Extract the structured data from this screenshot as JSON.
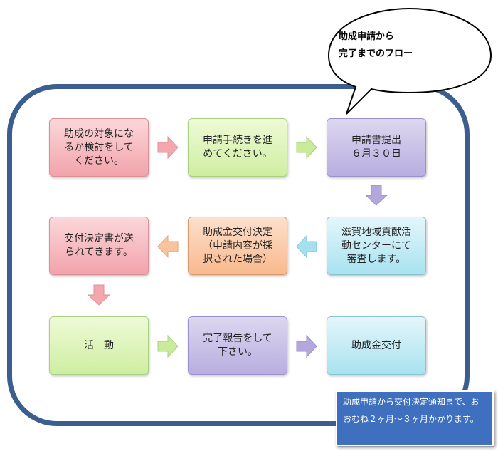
{
  "bubble": {
    "text": "助成申請から\n完了までのフロー"
  },
  "steps": [
    {
      "label": "助成の対象にな\nるか検討をして\nください。"
    },
    {
      "label": "申請手続きを進\nめてください。"
    },
    {
      "label": "申請書提出\n６月３０日"
    },
    {
      "label": "滋賀地域貢献活\n動センターにて\n審査します。"
    },
    {
      "label": "助成金交付決定\n（申請内容が採\n択された場合）"
    },
    {
      "label": "交付決定書が送\nられてきます。"
    },
    {
      "label": "活　動"
    },
    {
      "label": "完了報告をして\n下さい。"
    },
    {
      "label": "助成金交付"
    }
  ],
  "note": {
    "text": "助成申請から交付決定通知まで、おおむね２ヶ月〜３ヶ月かかります。"
  },
  "colors": {
    "frame": "#3c5e8e",
    "arrow_pink": "#f4a8ae",
    "arrow_green": "#c9ec9b",
    "arrow_purple": "#b3a7dd",
    "arrow_blue": "#a5e0ef",
    "arrow_orange": "#f9c39c",
    "note_bg": "#3f6fbf"
  }
}
